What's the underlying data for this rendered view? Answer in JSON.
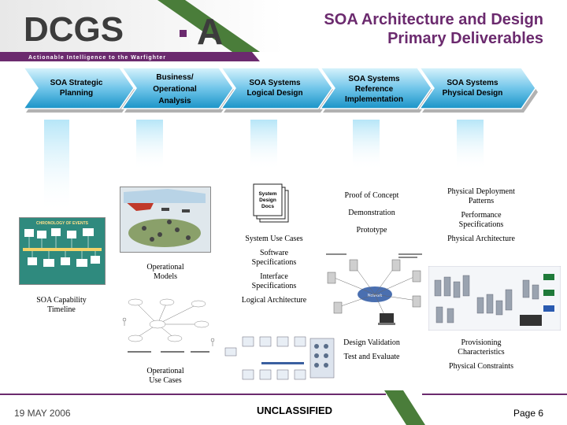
{
  "header": {
    "logo_text_left": "DCGS",
    "logo_text_right": "A",
    "tagline": "Actionable Intelligence to the Warfighter",
    "title_line1": "SOA Architecture and Design",
    "title_line2": "Primary Deliverables"
  },
  "process": {
    "steps": [
      {
        "label": "SOA Strategic Planning"
      },
      {
        "label": "Business/ Operational Analysis"
      },
      {
        "label": "SOA Systems Logical Design"
      },
      {
        "label": "SOA Systems Reference Implementation"
      },
      {
        "label": "SOA Systems Physical Design"
      }
    ]
  },
  "columns": {
    "col1": {
      "thumb_title": "CHRONOLOGY OF EVENTS",
      "label_line1": "SOA Capability",
      "label_line2": "Timeline"
    },
    "col2": {
      "models_line1": "Operational",
      "models_line2": "Models",
      "cases_line1": "Operational",
      "cases_line2": "Use Cases"
    },
    "col3": {
      "doc_line1": "System",
      "doc_line2": "Design",
      "doc_line3": "Docs",
      "items": [
        "System Use Cases",
        "Software Specifications",
        "Interface Specifications",
        "Logical Architecture"
      ]
    },
    "col4": {
      "top_items": [
        "Proof of Concept",
        "Demonstration",
        "Prototype"
      ],
      "network_label": "Network",
      "bottom_items": [
        "Design Validation",
        "Test and Evaluate"
      ]
    },
    "col5": {
      "top_items": [
        "Physical Deployment Patterns",
        "Performance Specifications",
        "Physical Architecture"
      ],
      "bottom_items": [
        "Provisioning Characteristics",
        "Physical Constraints"
      ]
    }
  },
  "footer": {
    "date": "19 MAY 2006",
    "classification": "UNCLASSIFIED",
    "page": "Page 6"
  },
  "colors": {
    "purple": "#6b2a6e",
    "green": "#4a7d3a",
    "chevron_light": "#aee3f7",
    "chevron_dark": "#1a94c8"
  }
}
